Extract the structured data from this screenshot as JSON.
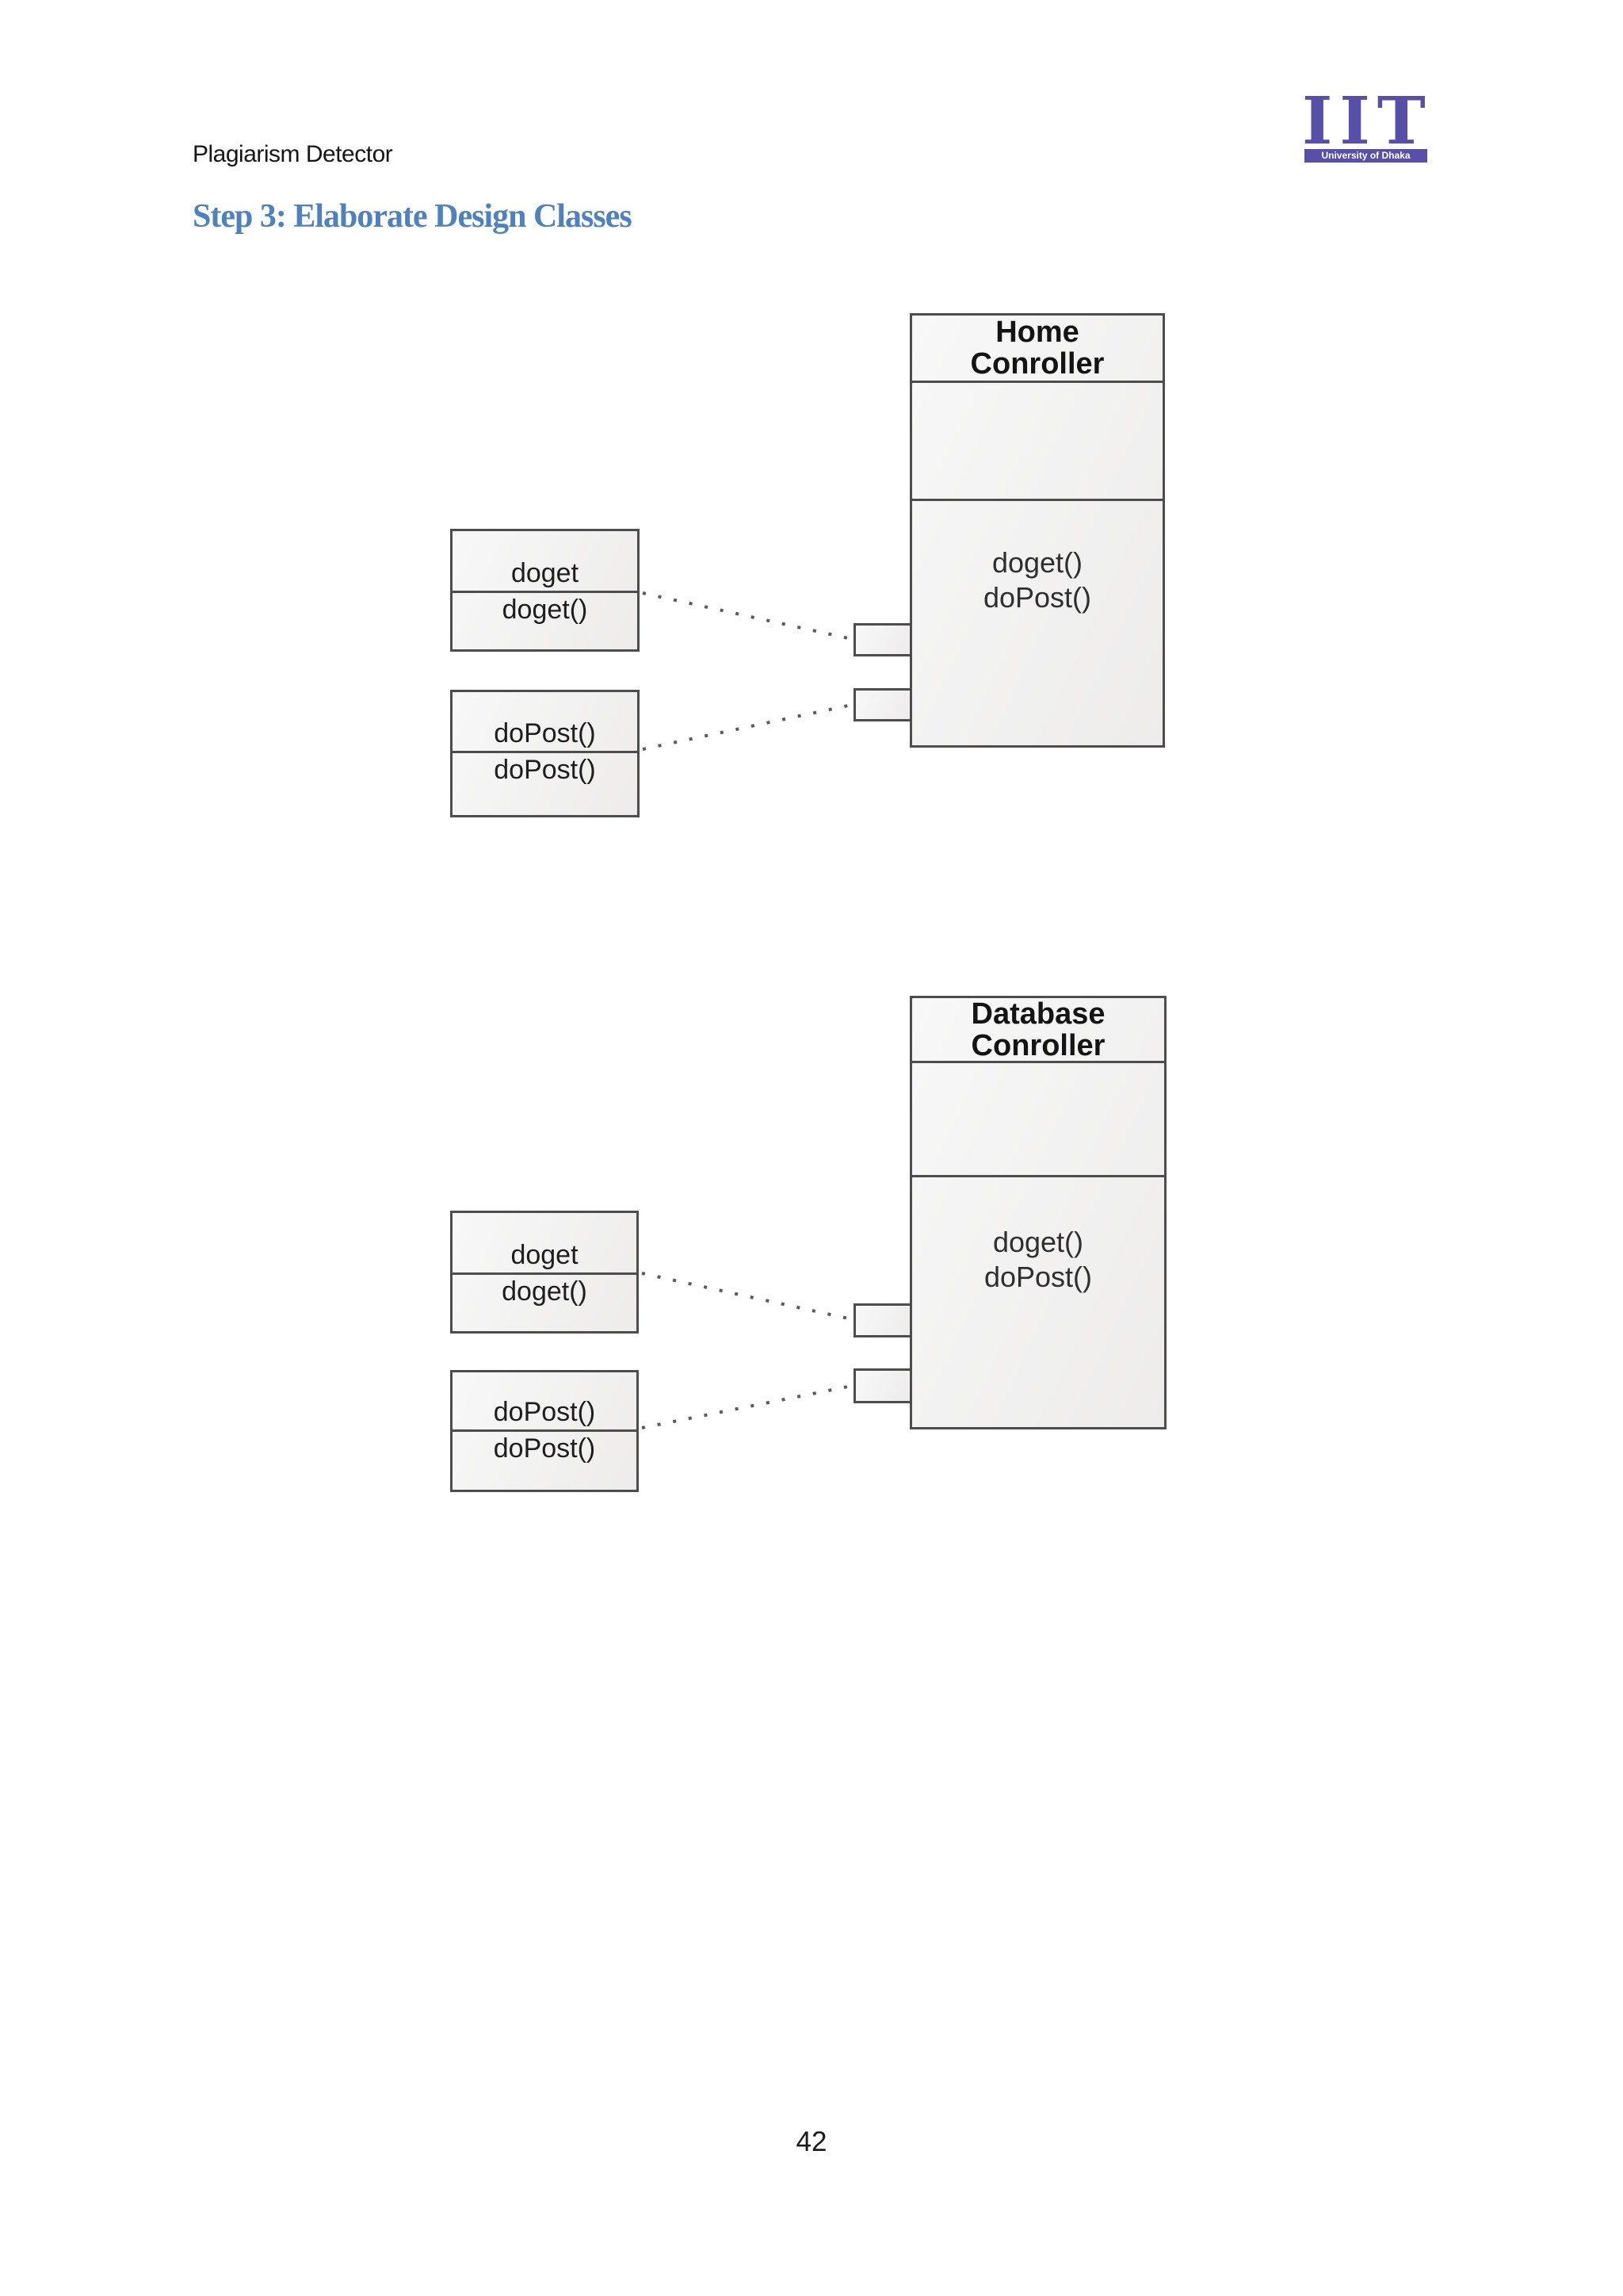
{
  "header": {
    "title": "Plagiarism Detector"
  },
  "heading": {
    "text": "Step 3: Elaborate Design Classes"
  },
  "logo": {
    "acronym": "IIT",
    "subtitle": "University of Dhaka",
    "purple": "#584fa8"
  },
  "colors": {
    "heading_blue": "#4f81bd",
    "diagram_border_gray": "#4d4d4d",
    "diagram_fill_gray": "#f1f0ef",
    "dotted_line_gray": "#5a5a62"
  },
  "diagrams": [
    {
      "name": "home-controller",
      "class_box": {
        "title_line1": "Home",
        "title_line2": "Conroller",
        "method_1": "doget()",
        "method_2": "doPost()"
      },
      "callers": [
        {
          "header": "doget",
          "body": "doget()"
        },
        {
          "header": "doPost()",
          "body": "doPost()"
        }
      ]
    },
    {
      "name": "database-controller",
      "class_box": {
        "title_line1": "Database",
        "title_line2": "Conroller",
        "method_1": "doget()",
        "method_2": "doPost()"
      },
      "callers": [
        {
          "header": "doget",
          "body": "doget()"
        },
        {
          "header": "doPost()",
          "body": "doPost()"
        }
      ]
    }
  ],
  "footer": {
    "page_number": "42"
  }
}
